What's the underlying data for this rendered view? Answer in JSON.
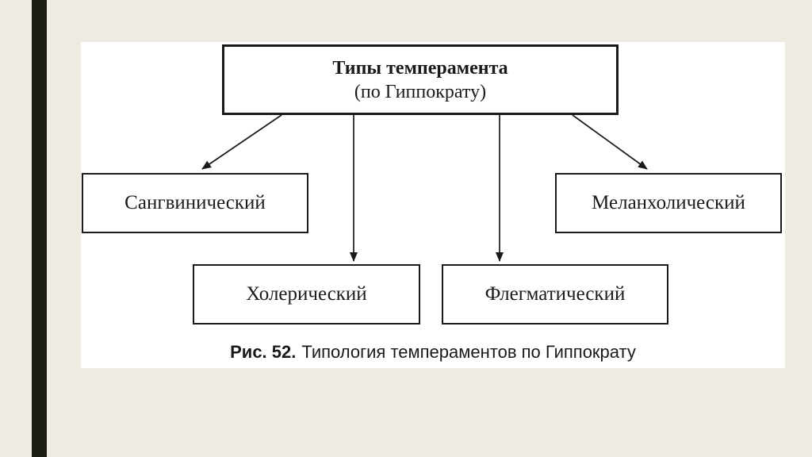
{
  "colors": {
    "page-bg": "#eeebe3",
    "panel-bg": "#ffffff",
    "accent-bar": "#1b1b12",
    "ink": "#1a1a1a"
  },
  "diagram": {
    "root": {
      "line1": "Типы темперамента",
      "line2": "(по Гиппократу)"
    },
    "children": [
      {
        "label": "Сангвинический"
      },
      {
        "label": "Холерический"
      },
      {
        "label": "Флегматический"
      },
      {
        "label": "Меланхолический"
      }
    ],
    "caption": {
      "prefix": "Рис. 52.",
      "text": "Типология темпераментов по Гиппократу"
    }
  }
}
